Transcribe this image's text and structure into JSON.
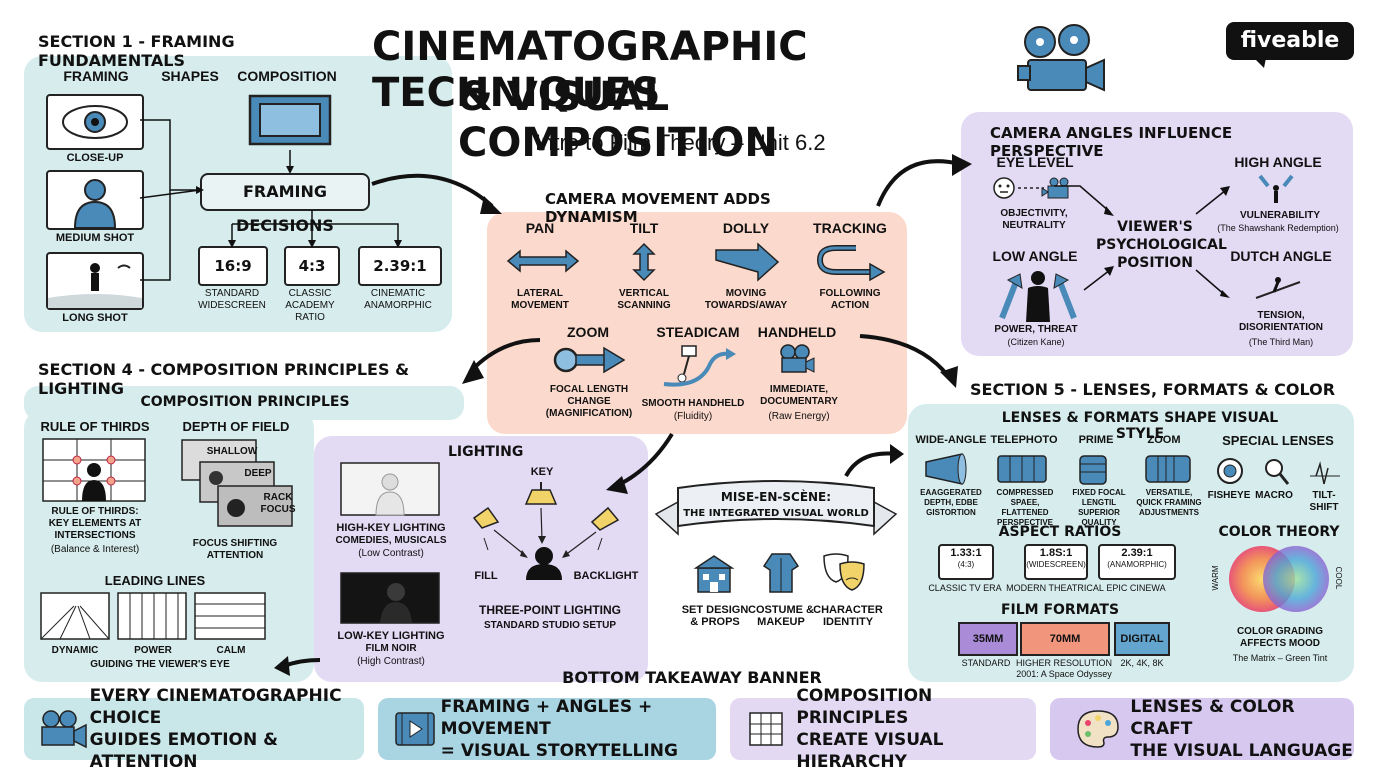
{
  "title": {
    "line1": "CINEMATOGRAPHIC TECHNIQUES",
    "line2": "& VISUAL COMPOSITION",
    "subtitle": "Intro to Film Theory – Unit 6.2"
  },
  "brand": {
    "logo": "fiveable"
  },
  "section1": {
    "heading": "SECTION 1 - FRAMING FUNDAMENTALS",
    "col_framing": "FRAMING",
    "col_shapes": "SHAPES",
    "col_composition": "COMPOSITION",
    "shots": [
      "CLOSE-UP",
      "MEDIUM SHOT",
      "LONG SHOT"
    ],
    "decisions": "FRAMING DECISIONS",
    "ratios": [
      {
        "value": "16:9",
        "label": "STANDARD WIDESCREEN"
      },
      {
        "value": "4:3",
        "label": "CLASSIC ACADEMY RATIO"
      },
      {
        "value": "2.39:1",
        "label": "CINEMATIC ANAMORPHIC"
      }
    ]
  },
  "movement": {
    "heading": "CAMERA MOVEMENT ADDS DYNAMISM",
    "items": [
      {
        "name": "PAN",
        "desc": "LATERAL MOVEMENT"
      },
      {
        "name": "TILT",
        "desc": "VERTICAL SCANNING"
      },
      {
        "name": "DOLLY",
        "desc": "MOVING TOWARDS/AWAY"
      },
      {
        "name": "TRACKING",
        "desc": "FOLLOWING ACTION"
      },
      {
        "name": "ZOOM",
        "desc": "FOCAL LENGTH CHANGE (MAGNIFICATION)"
      },
      {
        "name": "STEADICAM",
        "desc": "SMOOTH HANDHELD",
        "note": "(Fluidity)"
      },
      {
        "name": "HANDHELD",
        "desc": "IMMEDIATE, DOCUMENTARY",
        "note": "(Raw Energy)"
      }
    ]
  },
  "angles": {
    "heading": "CAMERA ANGLES INFLUENCE PERSPECTIVE",
    "center": "VIEWER'S PSYCHOLOGICAL POSITION",
    "eye": {
      "name": "EYE LEVEL",
      "desc": "OBJECTIVITY, NEUTRALITY"
    },
    "high": {
      "name": "HIGH ANGLE",
      "desc": "VULNERABILITY",
      "example": "(The Shawshank Redemption)"
    },
    "low": {
      "name": "LOW ANGLE",
      "desc": "POWER, THREAT",
      "example": "(Citizen Kane)"
    },
    "dutch": {
      "name": "DUTCH ANGLE",
      "desc": "TENSION, DISORIENTATION",
      "example": "(The Third Man)"
    }
  },
  "section4": {
    "heading": "SECTION 4 - COMPOSITION PRINCIPLES & LIGHTING",
    "comp_heading": "COMPOSITION PRINCIPLES",
    "thirds": {
      "name": "RULE OF THIRDS",
      "desc": "RULE OF THIRDS: KEY ELEMENTS AT INTERSECTIONS",
      "note": "(Balance & Interest)"
    },
    "dof": {
      "name": "DEPTH OF FIELD",
      "cards": [
        "SHALLOW",
        "DEEP",
        "RACK FOCUS"
      ],
      "desc": "FOCUS SHIFTING ATTENTION"
    },
    "leading": {
      "name": "LEADING LINES",
      "items": [
        "DYNAMIC",
        "POWER",
        "CALM"
      ],
      "desc": "GUIDING THE VIEWER'S EYE"
    }
  },
  "lighting": {
    "heading": "LIGHTING",
    "high_key": {
      "name": "HIGH-KEY LIGHTING",
      "desc": "COMEDIES, MUSICALS",
      "note": "(Low Contrast)"
    },
    "low_key": {
      "name": "LOW-KEY LIGHTING",
      "desc": "FILM NOIR",
      "note": "(High Contrast)"
    },
    "key": "KEY",
    "fill": "FILL",
    "back": "BACKLIGHT",
    "three_point": "THREE-POINT LIGHTING",
    "three_point_sub": "STANDARD STUDIO SETUP"
  },
  "mise": {
    "title1": "MISE-EN-SCÈNE:",
    "title2": "THE INTEGRATED VISUAL WORLD",
    "items": [
      "SET DESIGN & PROPS",
      "COSTUME & MAKEUP",
      "CHARACTER IDENTITY"
    ]
  },
  "section5": {
    "heading": "SECTION 5 - LENSES, FORMATS & COLOR",
    "lenses_heading": "LENSES & FORMATS SHAPE VISUAL STYLE",
    "lenses": [
      {
        "name": "WIDE-ANGLE",
        "desc": "EAAGGERATED DEPTH, EDBE GISTORTION"
      },
      {
        "name": "TELEPHOTO",
        "desc": "COMPRESSED SPAEE, FLATTENED PERSPECTIVE"
      },
      {
        "name": "PRIME",
        "desc": "FIXED FOCAL LENGTIL SUPERIOR QUALITY"
      },
      {
        "name": "ZOOM",
        "desc": "VERSATILE, QUICK FRAMING ADJUSTMENTS"
      }
    ],
    "special_heading": "SPECIAL LENSES",
    "special": [
      "FISHEYE",
      "MACRO",
      "TILT-SHIFT"
    ],
    "aspect_heading": "ASPECT RATIOS",
    "aspects": [
      {
        "value": "1.33:1",
        "sub": "(4:3)",
        "label": "CLASSIC TV ERA"
      },
      {
        "value": "1.8S:1",
        "sub": "(WIDESCREEN)",
        "label": "MODERN THEATRICAL"
      },
      {
        "value": "2.39:1",
        "sub": "(ANAMORPHIC)",
        "label": "EPIC CINEWA"
      }
    ],
    "formats_heading": "FILM FORMATS",
    "formats": [
      {
        "value": "35MM",
        "label": "STANDARD"
      },
      {
        "value": "70MM",
        "label": "HIGHER RESOLUTION",
        "note": "2001: A Space Odyssey"
      },
      {
        "value": "DIGITAL",
        "label": "2K, 4K, 8K"
      }
    ],
    "color_heading": "COLOR THEORY",
    "warm": "WARM",
    "cool": "COOL",
    "color_desc": "COLOR GRADING AFFECTS MOOD",
    "color_note": "The Matrix – Green Tint"
  },
  "takeaway_heading": "BOTTOM TAKEAWAY BANNER",
  "banners": [
    {
      "l1": "EVERY CINEMATOGRAPHIC CHOICE",
      "l2": "GUIDES EMOTION & ATTENTION",
      "color": "#c9e6e9"
    },
    {
      "l1": "FRAMING + ANGLES + MOVEMENT",
      "l2": "= VISUAL STORYTELLING",
      "color": "#a9d5e3"
    },
    {
      "l1": "COMPOSITION PRINCIPLES",
      "l2": "CREATE VISUAL HIERARCHY",
      "color": "#e4d9f3"
    },
    {
      "l1": "LENSES & COLOR CRAFT",
      "l2": "THE VISUAL LANGUAGE",
      "color": "#d7c8ef"
    }
  ],
  "colors": {
    "teal": "#d7ecec",
    "salmon": "#fbd9cc",
    "lavender": "#e3daf4",
    "blue_icon": "#4a8ab8"
  }
}
